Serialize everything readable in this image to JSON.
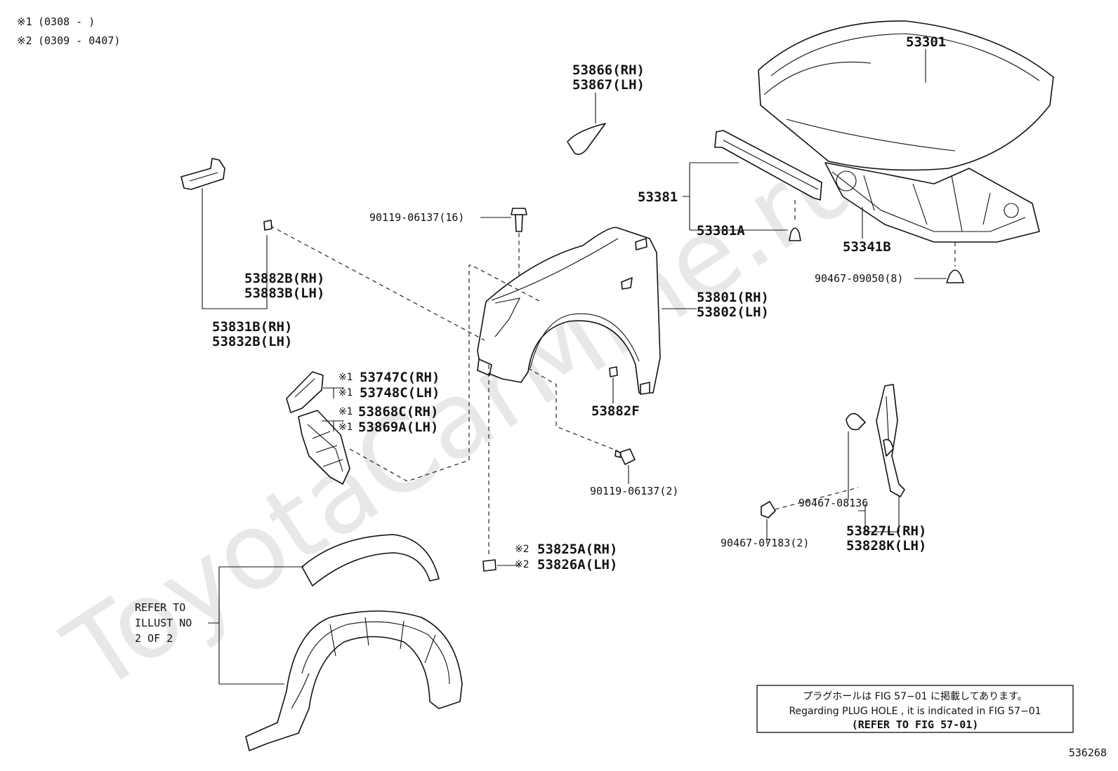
{
  "watermark": "ToyotaCarMine.ru",
  "legend": [
    {
      "mark": "※1",
      "range": "(0308 -         )"
    },
    {
      "mark": "※2",
      "range": "(0309 - 0407)"
    }
  ],
  "parts": {
    "hood": "53301",
    "seal_rh": "53866(RH)",
    "seal_lh": "53867(LH)",
    "bolt_upper": "90119-06137(16)",
    "seal_hood": "53381",
    "clip_hood": "53381A",
    "insulator": "53341B",
    "clip_insulator": "90467-09050(8)",
    "cushion_rh": "53882B(RH)",
    "cushion_lh": "53883B(LH)",
    "bracket_rh": "53831B(RH)",
    "bracket_lh": "53832B(LH)",
    "fender_rh": "53801(RH)",
    "fender_lh": "53802(LH)",
    "stay_rh": "53747C(RH)",
    "stay_lh": "53748C(LH)",
    "seal_fender_rh": "53868C(RH)",
    "seal_fender_lh": "53869A(LH)",
    "cushion_f": "53882F",
    "bolt_lower": "90119-06137(2)",
    "clip_side": "90467-08136",
    "clip_side_2": "90467-07183(2)",
    "cover_rh": "53827L(RH)",
    "cover_lh": "53828K(LH)",
    "cushion_a_rh": "53825A(RH)",
    "cushion_a_lh": "53826A(LH)",
    "mark_1": "※1",
    "mark_2": "※2"
  },
  "refer": {
    "line1": "REFER TO",
    "line2": "ILLUST NO",
    "line3": "2 OF 2"
  },
  "note": {
    "jp": "プラグホールは FIG 57−01 に掲載してあります。",
    "en": "Regarding  PLUG  HOLE , it is indicated in  FIG  57−01",
    "ref": "(REFER TO FIG 57-01)"
  },
  "illust_no": "536268"
}
